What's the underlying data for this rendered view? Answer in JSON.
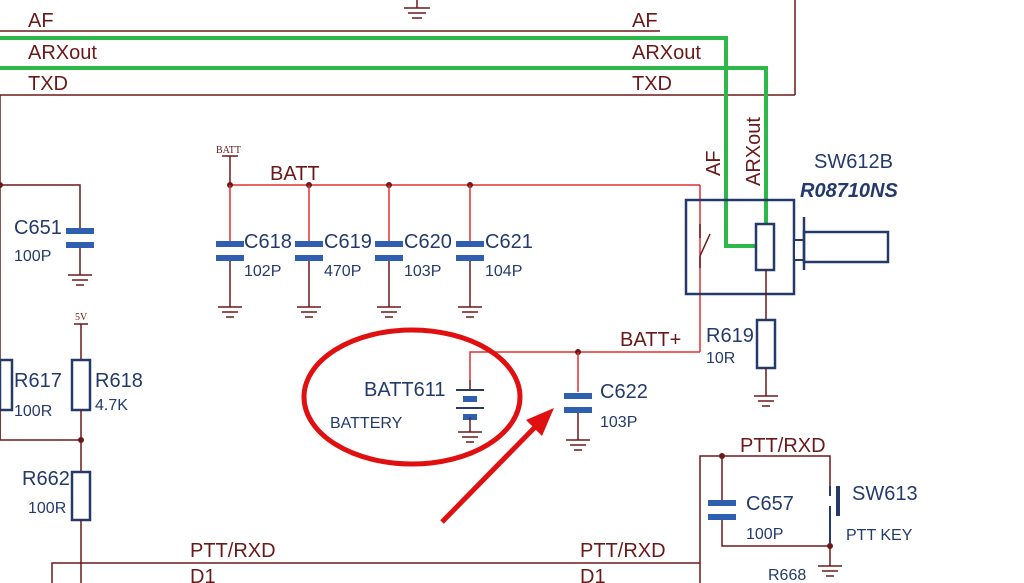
{
  "nets": {
    "af_top": "AF",
    "af_top_right": "AF",
    "arxout_top": "ARXout",
    "arxout_top_right": "ARXout",
    "txd_top": "TXD",
    "txd_top_right": "TXD",
    "batt_small": "BATT",
    "batt_bus": "BATT",
    "batt_plus": "BATT+",
    "v5_small": "5V",
    "af_vertical": "AF",
    "arxout_vertical": "ARXout",
    "ptt_rxd_right": "PTT/RXD",
    "ptt_rxd_bottom_left": "PTT/RXD",
    "ptt_rxd_bottom_mid": "PTT/RXD",
    "d1_left": "D1",
    "d1_mid": "D1"
  },
  "components": {
    "c651": {
      "ref": "C651",
      "value": "100P"
    },
    "c618": {
      "ref": "C618",
      "value": "102P"
    },
    "c619": {
      "ref": "C619",
      "value": "470P"
    },
    "c620": {
      "ref": "C620",
      "value": "103P"
    },
    "c621": {
      "ref": "C621",
      "value": "104P"
    },
    "c622": {
      "ref": "C622",
      "value": "103P"
    },
    "c657": {
      "ref": "C657",
      "value": "100P"
    },
    "r617": {
      "ref": "R617",
      "value": "100R"
    },
    "r618": {
      "ref": "R618",
      "value": "4.7K"
    },
    "r619": {
      "ref": "R619",
      "value": "10R"
    },
    "r662": {
      "ref": "R662",
      "value": "100R"
    },
    "r668": {
      "ref": "R668"
    },
    "batt611": {
      "ref": "BATT611",
      "value": "BATTERY"
    },
    "sw612b": {
      "ref": "SW612B",
      "part": "R08710NS"
    },
    "sw613": {
      "ref": "SW613",
      "value": "PTT KEY"
    }
  },
  "colors": {
    "wire": "#6b1818",
    "batt_net": "#e03030",
    "highlight_net": "#2fb84a",
    "component": "#233a6b",
    "annotation": "#e01010"
  }
}
